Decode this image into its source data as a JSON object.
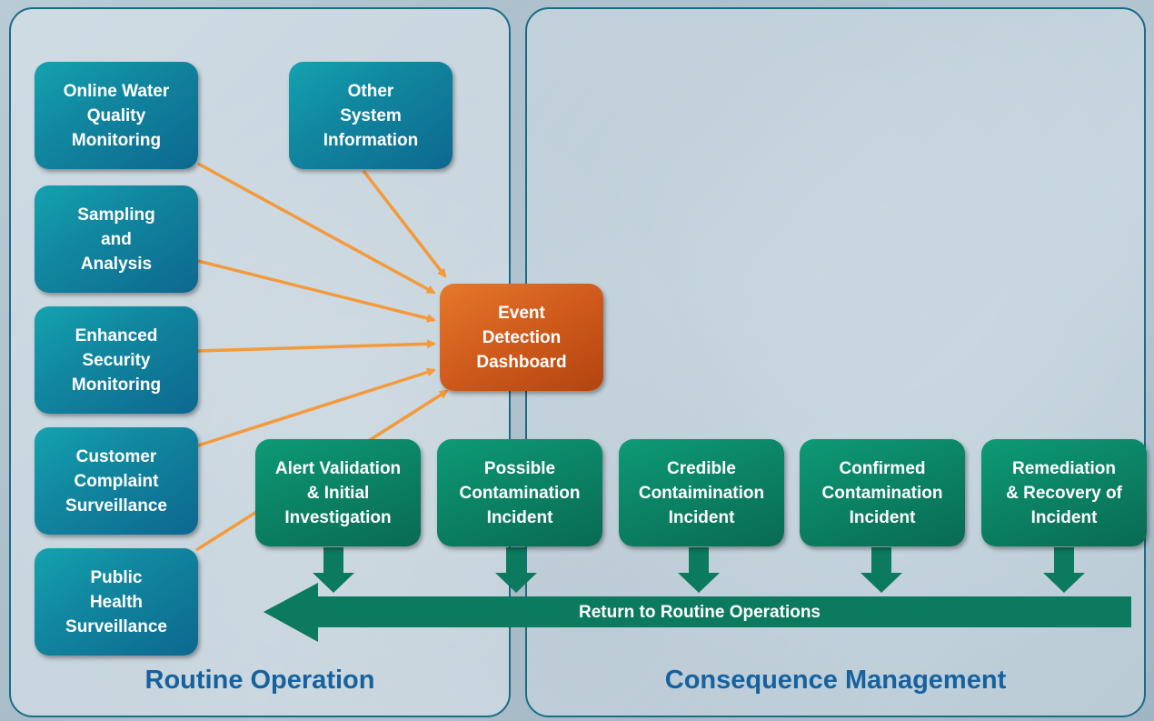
{
  "sections": {
    "left": "Routine Operation",
    "right": "Consequence Management"
  },
  "inputs": {
    "online_water": "Online Water\nQuality\nMonitoring",
    "other_system": "Other\nSystem\nInformation",
    "sampling": "Sampling\nand\nAnalysis",
    "enhanced_security": "Enhanced\nSecurity\nMonitoring",
    "customer_complaint": "Customer\nComplaint\nSurveillance",
    "public_health": "Public\nHealth\nSurveillance"
  },
  "dashboard": "Event\nDetection\nDashboard",
  "stages": [
    "Alert Validation\n& Initial\nInvestigation",
    "Possible\nContamination\nIncident",
    "Credible\nContaimination\nIncident",
    "Confirmed\nContamination\nIncident",
    "Remediation\n& Recovery of\nIncident"
  ],
  "return_arrow": "Return to Routine Operations",
  "colors": {
    "input_box": "#11879f",
    "stage_box": "#0b8466",
    "dashboard": "#cf5a1c",
    "arrow": "#f39a3c",
    "panel_border": "#1a6c86",
    "section_label": "#16629e"
  }
}
